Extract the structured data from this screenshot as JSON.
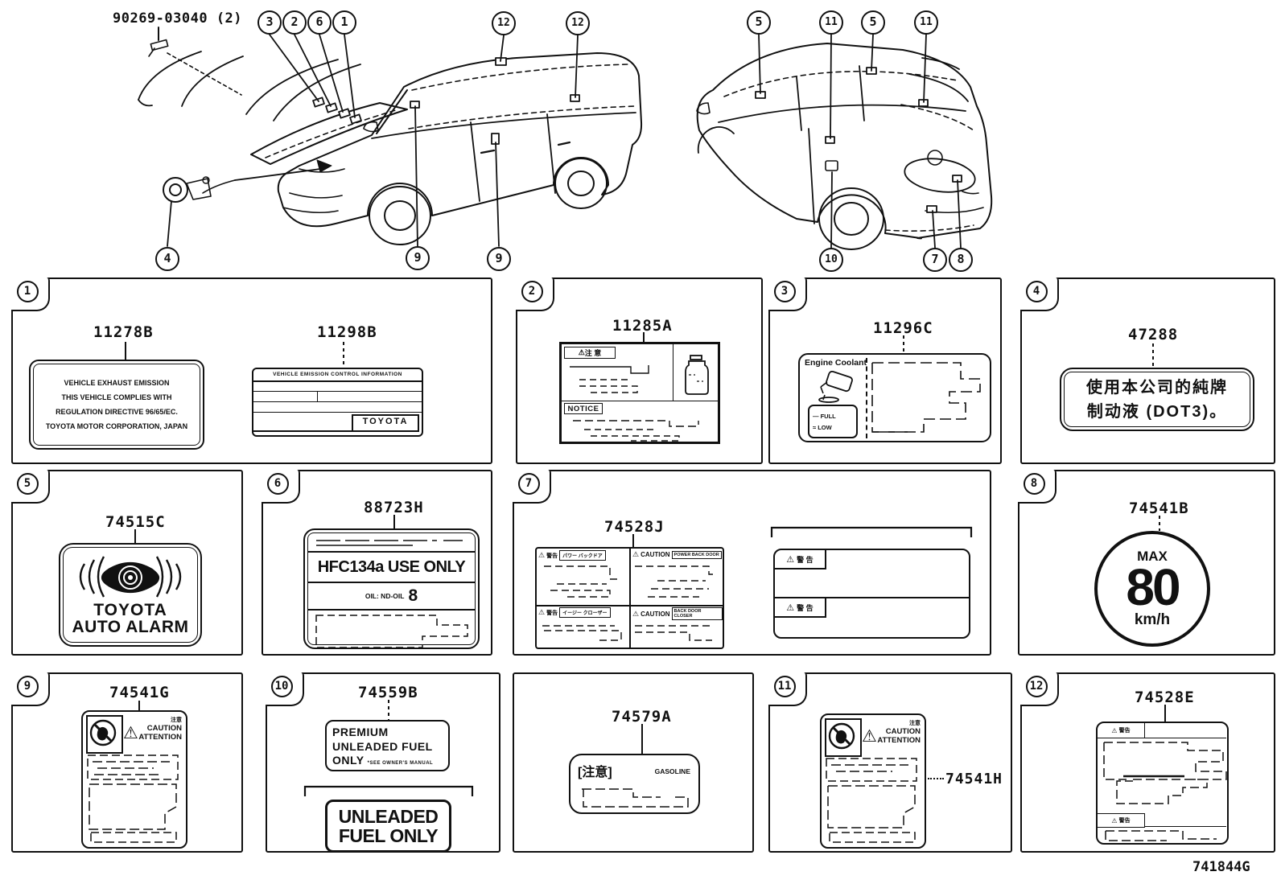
{
  "header": {
    "clip_part": "90269-03040 (2)"
  },
  "icons": {
    "warning": "⚠"
  },
  "callouts": {
    "c1": "1",
    "c2": "2",
    "c3": "3",
    "c4": "4",
    "c5a": "5",
    "c5b": "5",
    "c6": "6",
    "c7": "7",
    "c8": "8",
    "c9a": "9",
    "c9b": "9",
    "c10": "10",
    "c11a": "11",
    "c11b": "11",
    "c12a": "12",
    "c12b": "12"
  },
  "p1": {
    "num": "1",
    "code_a": "11278B",
    "code_b": "11298B",
    "lines": [
      "VEHICLE EXHAUST EMISSION",
      "THIS VEHICLE COMPLIES WITH",
      "REGULATION DIRECTIVE 96/65/EC.",
      "TOYOTA MOTOR CORPORATION, JAPAN"
    ],
    "lb_header": "VEHICLE EMISSION CONTROL INFORMATION",
    "lb_brand": "TOYOTA"
  },
  "p2": {
    "num": "2",
    "code": "11285A",
    "badge_caution": "注 意",
    "badge_notice": "NOTICE"
  },
  "p3": {
    "num": "3",
    "code": "11296C",
    "title": "Engine Coolant",
    "full_mark": "—",
    "full": "FULL",
    "low_mark": "≈",
    "low": "LOW"
  },
  "p4": {
    "num": "4",
    "code": "47288",
    "line1": "使用本公司的純牌",
    "line2": "制动液 (DOT3)。"
  },
  "p5": {
    "num": "5",
    "code": "74515C",
    "brand": "TOYOTA",
    "product": "AUTO ALARM"
  },
  "p6": {
    "num": "6",
    "code": "88723H",
    "main": "HFC134a USE ONLY",
    "oil": "OIL: ND-OIL",
    "eight": "8"
  },
  "p7": {
    "num": "7",
    "code": "74528J",
    "warn_jp": "警告",
    "caution_en": "CAUTION",
    "pbd_jp": "パワー バックドア",
    "pbd_en": "POWER BACK DOOR",
    "closer_jp": "イージー クローザー",
    "closer_en": "BACK DOOR CLOSER",
    "warn2": "警 告"
  },
  "p8": {
    "num": "8",
    "code": "74541B",
    "max": "MAX",
    "speed": "80",
    "unit": "km/h"
  },
  "p9": {
    "num": "9",
    "code": "74541G",
    "jp": "注意",
    "en": "CAUTION",
    "fr": "ATTENTION"
  },
  "p10": {
    "num": "10",
    "code": "74559B",
    "l0": "PREMIUM",
    "l1": "UNLEADED FUEL",
    "l2": "ONLY",
    "see": "*SEE OWNER'S MANUAL",
    "u0": "UNLEADED",
    "u1": "FUEL ONLY"
  },
  "pg": {
    "code": "74579A",
    "notice": "[注意]",
    "gasoline": "GASOLINE"
  },
  "p11": {
    "num": "11",
    "code": "74541H",
    "jp": "注意",
    "en": "CAUTION",
    "fr": "ATTENTION"
  },
  "p12": {
    "num": "12",
    "code": "74528E",
    "b1": "警告",
    "b2": "警告"
  },
  "footer": {
    "doc": "741844G"
  }
}
